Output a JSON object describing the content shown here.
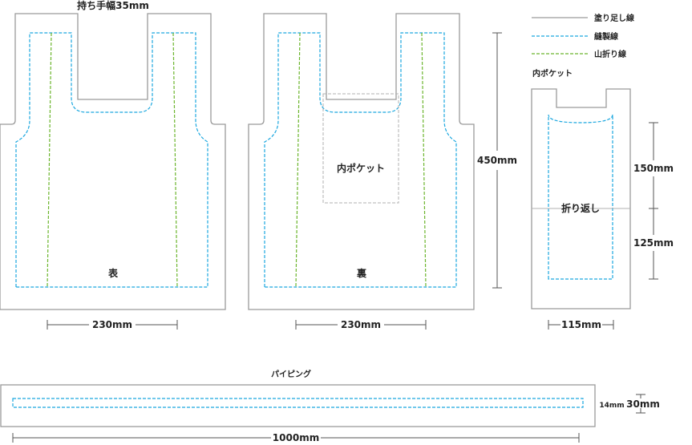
{
  "labels": {
    "handle_width": "持ち手幅35mm",
    "front": "表",
    "back": "裏",
    "inner_pocket_on_back": "内ポケット",
    "inner_pocket_title": "内ポケット",
    "fold_back": "折り返し",
    "piping_title": "パイピング"
  },
  "legend": {
    "bleed": "塗り足し線",
    "sewing": "縫製線",
    "mountain_fold": "山折り線"
  },
  "dimensions": {
    "front_width": "230mm",
    "back_width": "230mm",
    "bag_height": "450mm",
    "pocket_top": "150mm",
    "pocket_bottom": "125mm",
    "pocket_width": "115mm",
    "piping_length": "1000mm",
    "piping_inner": "14mm",
    "piping_height": "30mm"
  },
  "colors": {
    "bleed": "#9a9a9a",
    "sewing": "#1aa7df",
    "mountain_fold": "#6cb52d",
    "pocket_outline": "#b0b0b0",
    "dimension": "#555555"
  }
}
